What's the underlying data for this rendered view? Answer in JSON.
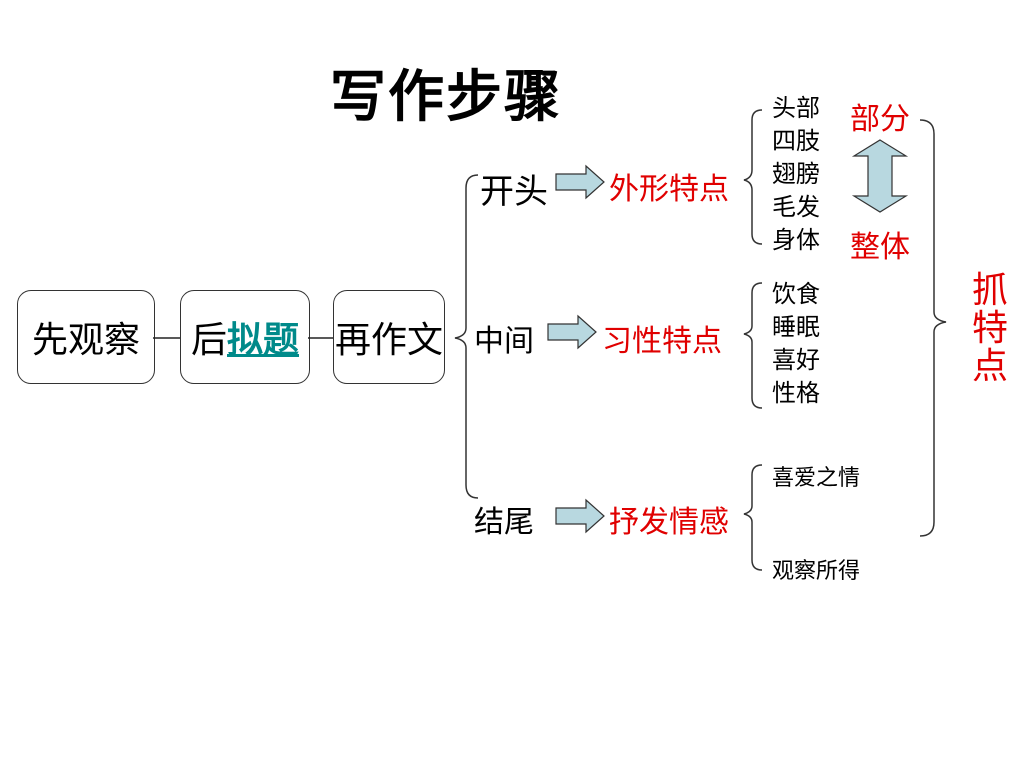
{
  "title": "写作步骤",
  "steps": {
    "observe": "先观察",
    "after_prefix": "后",
    "after_link": "拟题",
    "write": "再作文"
  },
  "sections": [
    {
      "name": "开头",
      "feature": "外形特点"
    },
    {
      "name": "中间",
      "feature": "习性特点"
    },
    {
      "name": "结尾",
      "feature": "抒发情感"
    }
  ],
  "appearance_items": [
    "头部",
    "四肢",
    "翅膀",
    "毛发",
    "身体"
  ],
  "habit_items": [
    "饮食",
    "睡眠",
    "喜好",
    "性格"
  ],
  "emotion_items": [
    "喜爱之情",
    "观察所得"
  ],
  "relation": {
    "top": "部分",
    "bottom": "整体"
  },
  "summary": "抓特点",
  "colors": {
    "accent_red": "#e00000",
    "link": "#008a8a",
    "arrow_fill": "#b8d8e0"
  }
}
